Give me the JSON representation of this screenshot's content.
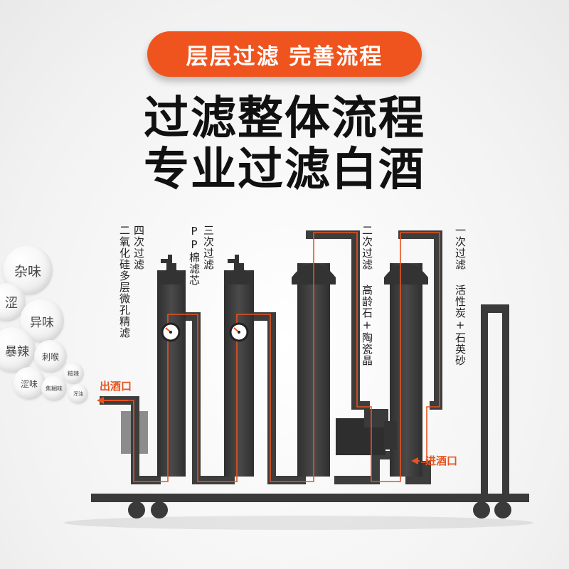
{
  "banner": "层层过滤 完善流程",
  "title_line1": "过滤整体流程",
  "title_line2": "专业过滤白酒",
  "stages": {
    "stage4": "四次过滤\n二氧化硅多层微孔精滤",
    "stage3": "三次过滤\nPP棉滤芯",
    "stage2": "二次过滤\n高龄石+陶瓷晶",
    "stage1": "一次过滤\n活性炭+石英砂"
  },
  "stage_lines": {
    "s4a": "四次过滤",
    "s4b": "二氧化硅多层微孔精滤",
    "s3a": "三次过滤",
    "s3b": "PP棉滤芯",
    "s2a": "二次过滤",
    "s2b": "高龄石+陶瓷晶",
    "s1a": "一次过滤",
    "s1b": "活性炭+石英砂"
  },
  "outlet_label": "出酒口",
  "inlet_label": "进酒口",
  "bubbles": [
    "杂味",
    "涩",
    "异味",
    "暴辣",
    "刺喉",
    "涩味",
    "糙辣",
    "焦糊味",
    "浑浊"
  ],
  "colors": {
    "accent": "#f0541e",
    "machine": "#3d3d3d",
    "pipe_line": "#e8531e"
  }
}
